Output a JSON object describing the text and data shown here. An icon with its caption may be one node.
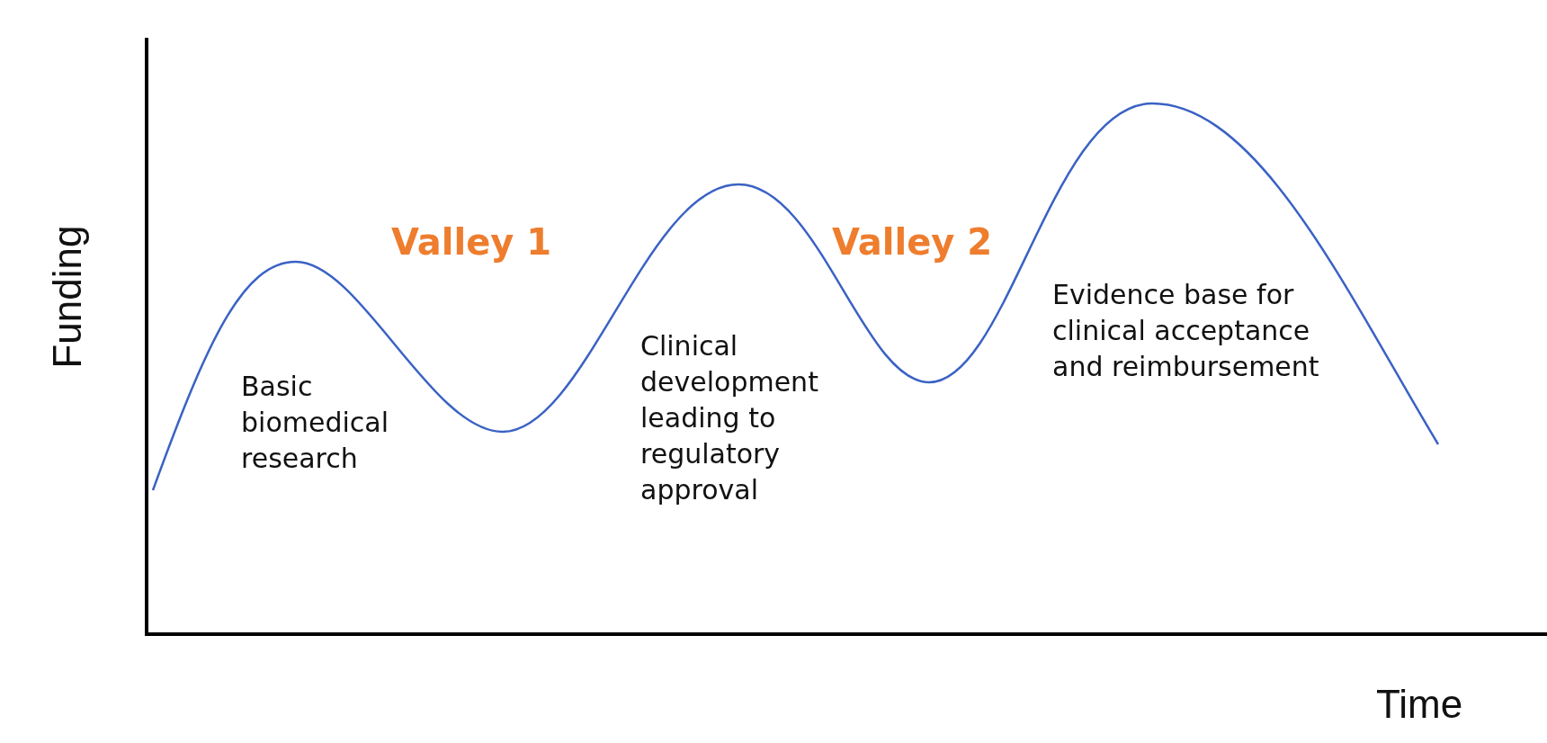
{
  "diagram": {
    "labels": [
      "Funding",
      "Valley 1",
      "Valley 2",
      "Basic biomedical research",
      "Clinical development leading to regulatory approval",
      "Evidence base for clinical acceptance and reimbursement",
      "Time"
    ]
  }
}
